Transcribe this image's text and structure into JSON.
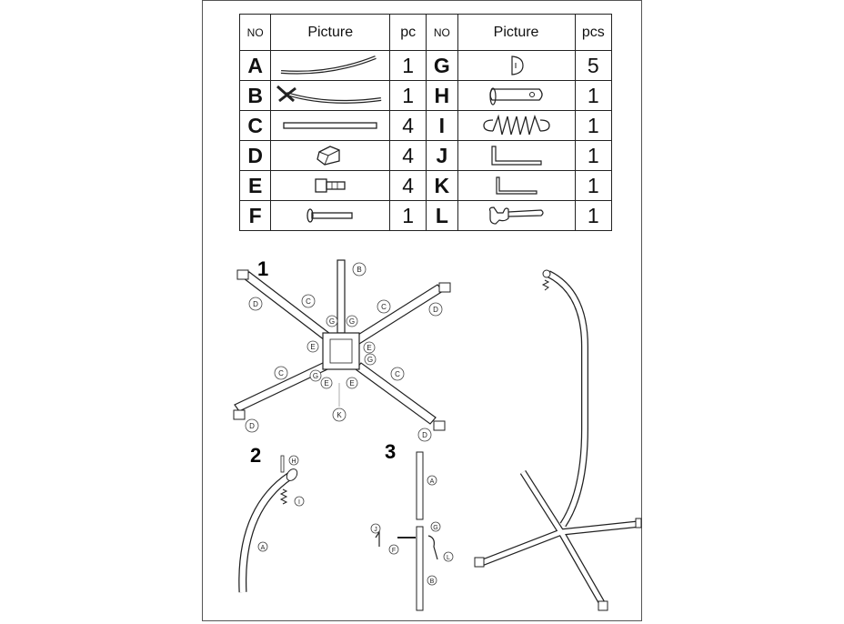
{
  "table": {
    "headers": {
      "left_no": "NO",
      "left_picture": "Picture",
      "left_qty": "pc",
      "right_no": "NO",
      "right_picture": "Picture",
      "right_qty": "pcs"
    },
    "rows": [
      {
        "l_letter": "A",
        "l_icon": "curved-arc-tube-icon",
        "l_qty": "1",
        "r_letter": "G",
        "r_icon": "half-round-cap-icon",
        "r_qty": "5"
      },
      {
        "l_letter": "B",
        "l_icon": "curved-tube-with-base-icon",
        "l_qty": "1",
        "r_letter": "H",
        "r_icon": "pin-icon",
        "r_qty": "1"
      },
      {
        "l_letter": "C",
        "l_icon": "straight-tube-icon",
        "l_qty": "4",
        "r_letter": "I",
        "r_icon": "spring-icon",
        "r_qty": "1"
      },
      {
        "l_letter": "D",
        "l_icon": "foot-cap-icon",
        "l_qty": "4",
        "r_letter": "J",
        "r_icon": "large-allen-key-icon",
        "r_qty": "1"
      },
      {
        "l_letter": "E",
        "l_icon": "bolt-icon",
        "l_qty": "4",
        "r_letter": "K",
        "r_icon": "small-allen-key-icon",
        "r_qty": "1"
      },
      {
        "l_letter": "F",
        "l_icon": "long-bolt-icon",
        "l_qty": "1",
        "r_letter": "L",
        "r_icon": "wrench-icon",
        "r_qty": "1"
      }
    ]
  },
  "steps": {
    "step1": "1",
    "step2": "2",
    "step3": "3"
  },
  "callouts": {
    "A": "A",
    "B": "B",
    "C": "C",
    "D": "D",
    "E": "E",
    "F": "F",
    "G": "G",
    "H": "H",
    "I": "I",
    "J": "J",
    "K": "K",
    "L": "L"
  }
}
